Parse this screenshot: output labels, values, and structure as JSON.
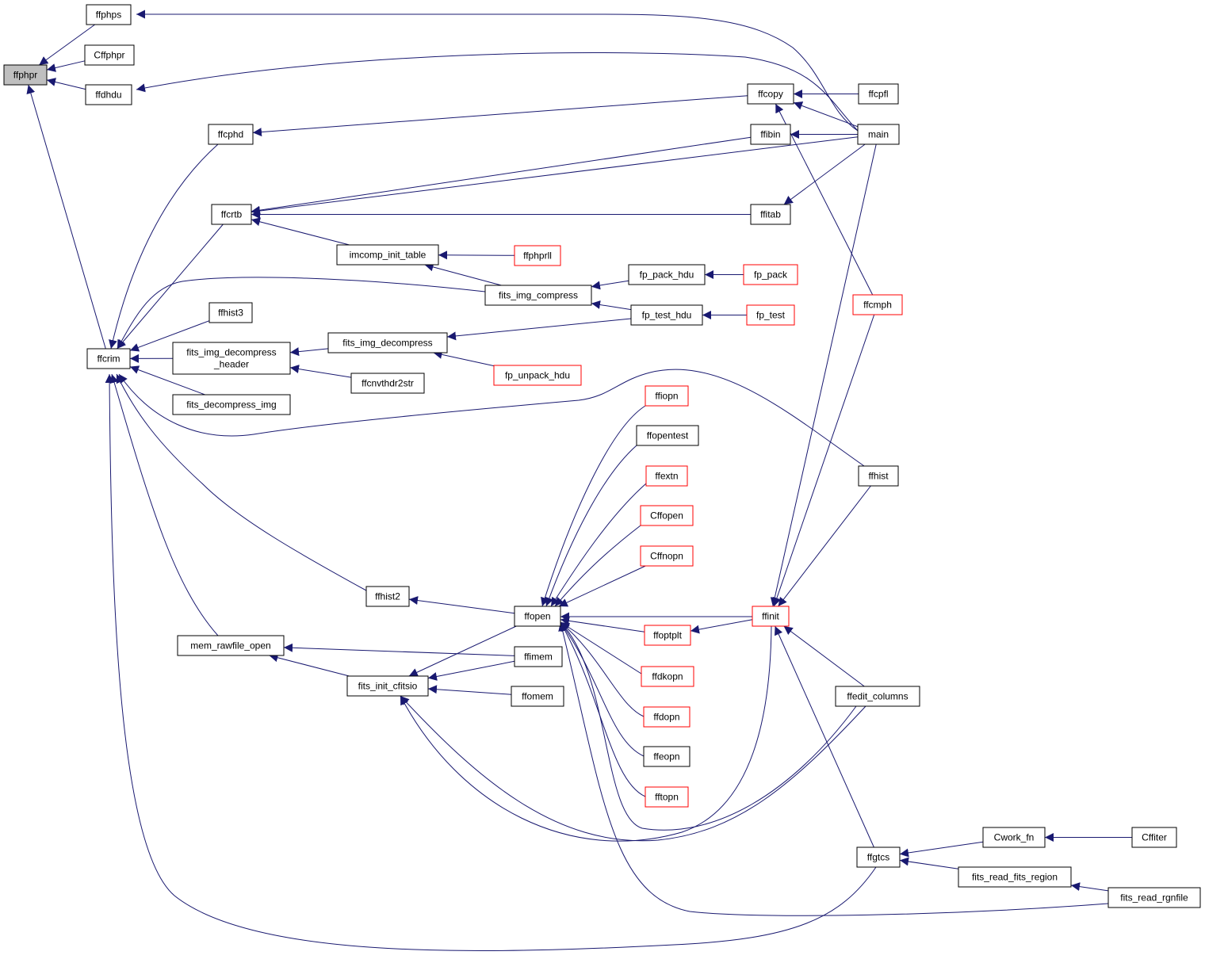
{
  "colors": {
    "edge": "#191970",
    "focus_fill": "#bfbfbf",
    "normal_border": "#000000",
    "truncated_border": "#ff0000"
  },
  "nodes": {
    "ffphpr": {
      "label": "ffphpr",
      "style": "focus"
    },
    "ffphps": {
      "label": "ffphps",
      "style": "normal"
    },
    "Cffphpr": {
      "label": "Cffphpr",
      "style": "normal"
    },
    "ffdhdu": {
      "label": "ffdhdu",
      "style": "normal"
    },
    "ffcphd": {
      "label": "ffcphd",
      "style": "normal"
    },
    "ffcrtb": {
      "label": "ffcrtb",
      "style": "normal"
    },
    "ffhist3": {
      "label": "ffhist3",
      "style": "normal"
    },
    "ffcrim": {
      "label": "ffcrim",
      "style": "normal"
    },
    "fits_img_decompress_header": {
      "label": [
        "fits_img_decompress",
        "_header"
      ],
      "style": "normal"
    },
    "fits_decompress_img": {
      "label": "fits_decompress_img",
      "style": "normal"
    },
    "ffhist2": {
      "label": "ffhist2",
      "style": "normal"
    },
    "mem_rawfile_open": {
      "label": "mem_rawfile_open",
      "style": "normal"
    },
    "imcomp_init_table": {
      "label": "imcomp_init_table",
      "style": "normal"
    },
    "fits_img_decompress": {
      "label": "fits_img_decompress",
      "style": "normal"
    },
    "ffcnvthdr2str": {
      "label": "ffcnvthdr2str",
      "style": "normal"
    },
    "fits_init_cfitsio": {
      "label": "fits_init_cfitsio",
      "style": "normal"
    },
    "ffphprll": {
      "label": "ffphprll",
      "style": "truncated"
    },
    "fits_img_compress": {
      "label": "fits_img_compress",
      "style": "normal"
    },
    "fp_unpack_hdu": {
      "label": "fp_unpack_hdu",
      "style": "truncated"
    },
    "ffopen": {
      "label": "ffopen",
      "style": "normal"
    },
    "ffimem": {
      "label": "ffimem",
      "style": "normal"
    },
    "ffomem": {
      "label": "ffomem",
      "style": "normal"
    },
    "fp_pack_hdu": {
      "label": "fp_pack_hdu",
      "style": "normal"
    },
    "fp_test_hdu": {
      "label": "fp_test_hdu",
      "style": "normal"
    },
    "ffiopn": {
      "label": "ffiopn",
      "style": "truncated"
    },
    "ffopentest": {
      "label": "ffopentest",
      "style": "normal"
    },
    "ffextn": {
      "label": "ffextn",
      "style": "truncated"
    },
    "Cffopen": {
      "label": "Cffopen",
      "style": "truncated"
    },
    "Cffnopn": {
      "label": "Cffnopn",
      "style": "truncated"
    },
    "ffoptplt": {
      "label": "ffoptplt",
      "style": "truncated"
    },
    "ffdkopn": {
      "label": "ffdkopn",
      "style": "truncated"
    },
    "ffdopn": {
      "label": "ffdopn",
      "style": "truncated"
    },
    "ffeopn": {
      "label": "ffeopn",
      "style": "normal"
    },
    "fftopn": {
      "label": "fftopn",
      "style": "truncated"
    },
    "ffcopy": {
      "label": "ffcopy",
      "style": "normal"
    },
    "ffibin": {
      "label": "ffibin",
      "style": "normal"
    },
    "ffitab": {
      "label": "ffitab",
      "style": "normal"
    },
    "fp_pack": {
      "label": "fp_pack",
      "style": "truncated"
    },
    "fp_test": {
      "label": "fp_test",
      "style": "truncated"
    },
    "ffinit": {
      "label": "ffinit",
      "style": "truncated"
    },
    "ffcpfl": {
      "label": "ffcpfl",
      "style": "normal"
    },
    "main": {
      "label": "main",
      "style": "normal"
    },
    "ffcmph": {
      "label": "ffcmph",
      "style": "truncated"
    },
    "ffhist": {
      "label": "ffhist",
      "style": "normal"
    },
    "ffedit_columns": {
      "label": "ffedit_columns",
      "style": "normal"
    },
    "ffgtcs": {
      "label": "ffgtcs",
      "style": "normal"
    },
    "Cwork_fn": {
      "label": "Cwork_fn",
      "style": "normal"
    },
    "fits_read_fits_region": {
      "label": "fits_read_fits_region",
      "style": "normal"
    },
    "Cffiter": {
      "label": "Cffiter",
      "style": "normal"
    },
    "fits_read_rgnfile": {
      "label": "fits_read_rgnfile",
      "style": "normal"
    }
  },
  "edges": [
    [
      "ffphps",
      "ffphpr"
    ],
    [
      "Cffphpr",
      "ffphpr"
    ],
    [
      "ffdhdu",
      "ffphpr"
    ],
    [
      "ffcrim",
      "ffphpr"
    ],
    [
      "main",
      "ffphps"
    ],
    [
      "main",
      "ffdhdu"
    ],
    [
      "ffcphd",
      "ffcrim"
    ],
    [
      "ffcrtb",
      "ffcrim"
    ],
    [
      "fits_img_compress",
      "ffcrim"
    ],
    [
      "ffhist3",
      "ffcrim"
    ],
    [
      "fits_img_decompress_header",
      "ffcrim"
    ],
    [
      "fits_decompress_img",
      "ffcrim"
    ],
    [
      "ffhist",
      "ffcrim"
    ],
    [
      "ffhist2",
      "ffcrim"
    ],
    [
      "mem_rawfile_open",
      "ffcrim"
    ],
    [
      "ffgtcs",
      "ffcrim"
    ],
    [
      "ffcopy",
      "ffcphd"
    ],
    [
      "ffibin",
      "ffcrtb"
    ],
    [
      "main",
      "ffcrtb"
    ],
    [
      "ffitab",
      "ffcrtb"
    ],
    [
      "imcomp_init_table",
      "ffcrtb"
    ],
    [
      "ffphprll",
      "imcomp_init_table"
    ],
    [
      "fits_img_compress",
      "imcomp_init_table"
    ],
    [
      "fits_img_decompress",
      "fits_img_decompress_header"
    ],
    [
      "ffcnvthdr2str",
      "fits_img_decompress_header"
    ],
    [
      "fp_pack_hdu",
      "fits_img_compress"
    ],
    [
      "fp_test_hdu",
      "fits_img_compress"
    ],
    [
      "fp_test_hdu",
      "fits_img_decompress"
    ],
    [
      "fp_unpack_hdu",
      "fits_img_decompress"
    ],
    [
      "fp_pack",
      "fp_pack_hdu"
    ],
    [
      "fp_test",
      "fp_test_hdu"
    ],
    [
      "ffcpfl",
      "ffcopy"
    ],
    [
      "main",
      "ffcopy"
    ],
    [
      "ffcmph",
      "ffcopy"
    ],
    [
      "main",
      "ffibin"
    ],
    [
      "main",
      "ffitab"
    ],
    [
      "ffopen",
      "ffhist2"
    ],
    [
      "ffimem",
      "mem_rawfile_open"
    ],
    [
      "fits_init_cfitsio",
      "mem_rawfile_open"
    ],
    [
      "ffopen",
      "fits_init_cfitsio"
    ],
    [
      "ffimem",
      "fits_init_cfitsio"
    ],
    [
      "ffomem",
      "fits_init_cfitsio"
    ],
    [
      "ffinit",
      "fits_init_cfitsio"
    ],
    [
      "ffedit_columns",
      "fits_init_cfitsio"
    ],
    [
      "ffiopn",
      "ffopen"
    ],
    [
      "ffopentest",
      "ffopen"
    ],
    [
      "ffextn",
      "ffopen"
    ],
    [
      "Cffopen",
      "ffopen"
    ],
    [
      "Cffnopn",
      "ffopen"
    ],
    [
      "ffinit",
      "ffopen"
    ],
    [
      "ffoptplt",
      "ffopen"
    ],
    [
      "ffdkopn",
      "ffopen"
    ],
    [
      "ffdopn",
      "ffopen"
    ],
    [
      "ffeopn",
      "ffopen"
    ],
    [
      "fftopn",
      "ffopen"
    ],
    [
      "ffedit_columns",
      "ffopen"
    ],
    [
      "fits_read_rgnfile",
      "ffopen"
    ],
    [
      "ffinit",
      "ffoptplt"
    ],
    [
      "main",
      "ffinit"
    ],
    [
      "ffcmph",
      "ffinit"
    ],
    [
      "ffhist",
      "ffinit"
    ],
    [
      "ffedit_columns",
      "ffinit"
    ],
    [
      "ffgtcs",
      "ffinit"
    ],
    [
      "Cwork_fn",
      "ffgtcs"
    ],
    [
      "fits_read_fits_region",
      "ffgtcs"
    ],
    [
      "Cffiter",
      "Cwork_fn"
    ],
    [
      "fits_read_rgnfile",
      "fits_read_fits_region"
    ]
  ]
}
